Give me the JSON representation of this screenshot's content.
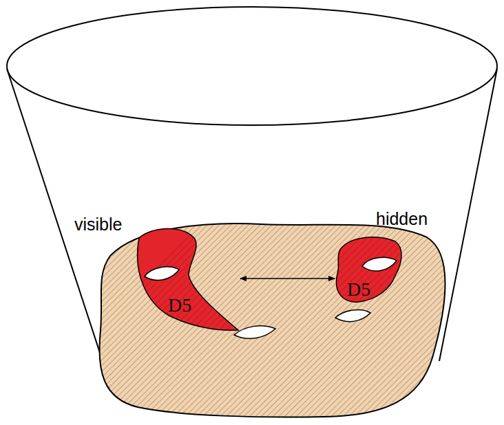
{
  "diagram": {
    "nodes": [
      {
        "text": [
          "D5"
        ]
      },
      {
        "text": [
          "D5"
        ]
      }
    ],
    "edges": [
      {
        "from": 0,
        "to": 1,
        "arrow": "both"
      }
    ],
    "labels": [
      "visible",
      "hidden"
    ]
  }
}
